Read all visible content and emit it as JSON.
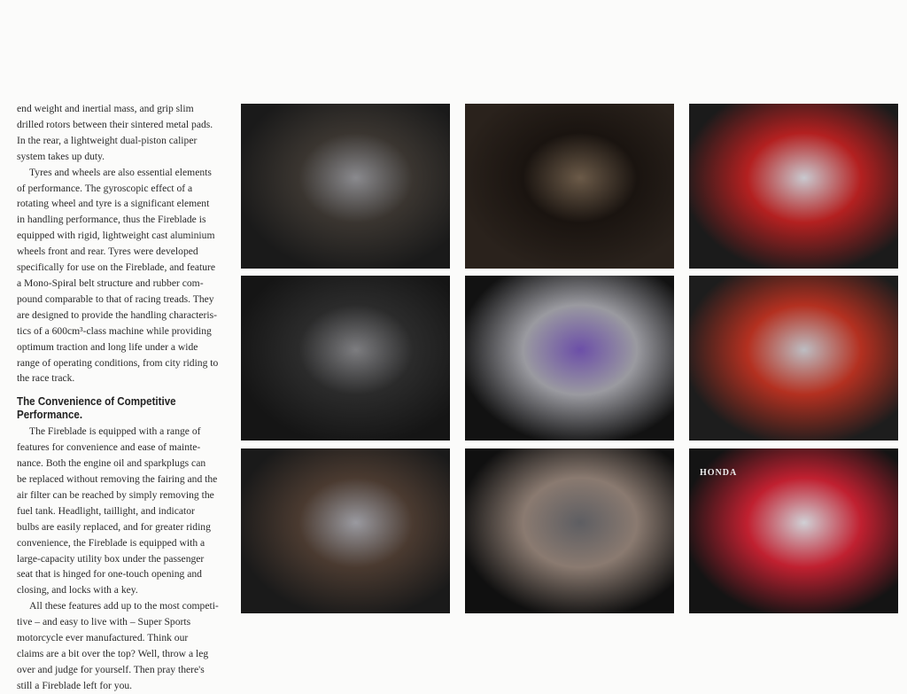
{
  "text": {
    "para1_lines": [
      "end weight and inertial mass, and grip slim",
      "drilled rotors between their sintered metal pads.",
      "In the rear, a lightweight dual-piston caliper",
      "system takes up duty."
    ],
    "para2_lines": [
      "Tyres and wheels are also essential elements",
      "of performance.  The gyroscopic effect of a",
      "rotating wheel and tyre is a significant element",
      "in handling performance, thus the Fireblade is",
      "equipped with rigid, lightweight cast aluminium",
      "wheels front and rear.  Tyres were developed",
      "specifically for use on the Fireblade, and feature",
      "a Mono-Spiral belt structure and rubber com-",
      "pound comparable to that of racing treads.  They",
      "are designed to provide the handling characteris-",
      "tics of a 600cm³-class machine while providing",
      "optimum traction and long life under a wide",
      "range of operating conditions, from city riding to",
      "the race track."
    ],
    "heading_line1": "The Convenience of Competitive",
    "heading_line2": "Performance.",
    "para3_lines": [
      "The Fireblade is equipped with a range of",
      "features for convenience and ease of mainte-",
      "nance.  Both the engine oil and sparkplugs can",
      "be replaced without removing the fairing and the",
      "air filter can be reached by simply removing the",
      "fuel tank.  Headlight, taillight, and indicator",
      "bulbs are easily replaced, and for greater riding",
      "convenience, the Fireblade is equipped with a",
      "large-capacity utility box under the passenger",
      "seat that is hinged for one-touch opening and",
      "closing, and locks with a key."
    ],
    "para4_lines": [
      "All these features add up to the most competi-",
      "tive – and easy to live with – Super Sports",
      "motorcycle ever manufactured.  Think our",
      "claims are a bit over the top?  Well, throw a leg",
      "over and judge for yourself.  Then pray there's",
      "still a Fireblade left for you."
    ]
  },
  "photos": [
    {
      "subject": "engine-frame-left",
      "colors": [
        "#1a1a1a",
        "#8a8a8e",
        "#3a3530"
      ]
    },
    {
      "subject": "instrument-cockpit",
      "colors": [
        "#2a221c",
        "#6b5a48",
        "#1a1410"
      ]
    },
    {
      "subject": "frame-footpeg-right",
      "colors": [
        "#1b1b1b",
        "#c9c9cf",
        "#b32020"
      ]
    },
    {
      "subject": "front-fork-engine",
      "colors": [
        "#151515",
        "#7d7d80",
        "#2b2b2b"
      ]
    },
    {
      "subject": "front-wheel-brake",
      "colors": [
        "#121212",
        "#6c4fa8",
        "#9a9aa0"
      ]
    },
    {
      "subject": "rear-shock-footpeg",
      "colors": [
        "#1d1d1d",
        "#bdbdc2",
        "#b33020"
      ]
    },
    {
      "subject": "chain-swingarm",
      "colors": [
        "#1a1a1a",
        "#9a9aa0",
        "#4a3a30"
      ]
    },
    {
      "subject": "rear-brake-disc",
      "colors": [
        "#101010",
        "#5e5e62",
        "#8a7a70"
      ]
    },
    {
      "subject": "rear-tyre-tail",
      "colors": [
        "#141414",
        "#d0d0d5",
        "#c02030"
      ],
      "logo_text": "HONDA"
    }
  ]
}
